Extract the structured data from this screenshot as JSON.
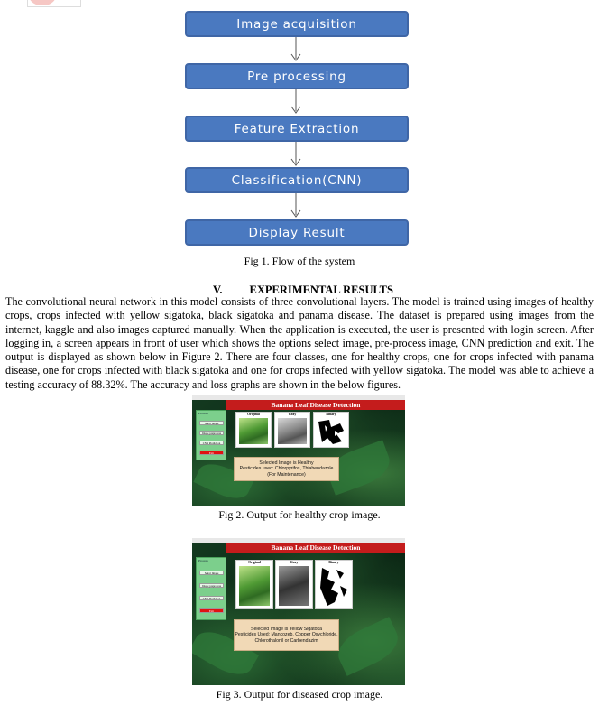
{
  "flow": {
    "steps": [
      "Image acquisition",
      "Pre processing",
      "Feature Extraction",
      "Classification(CNN)",
      "Display Result"
    ],
    "caption": "Fig 1. Flow of the system"
  },
  "section": {
    "number": "V.",
    "title": "EXPERIMENTAL RESULTS",
    "paragraph": "The convolutional neural network in this model consists of three convolutional layers. The model is trained using images of healthy crops, crops infected with yellow sigatoka, black sigatoka and panama disease. The dataset is prepared using images from the internet, kaggle and also images captured manually. When the application is executed, the user is presented with login screen. After logging in, a screen appears in front of user which shows the options select image, pre-process image, CNN prediction and exit. The output is displayed as shown below in Figure 2. There are four classes, one for healthy crops, one for crops infected with panama disease, one for crops infected with black sigatoka and one for crops infected with yellow sigatoka. The model was able to achieve a testing accuracy of 88.32%. The accuracy and loss graphs are shown in the below figures."
  },
  "app": {
    "title": "Banana Leaf Disease Detection",
    "sidebar_title": "Process",
    "buttons": [
      "Select Image",
      "Image preprocess",
      "CNN Prediction",
      "Exit"
    ],
    "image_labels": [
      "Original",
      "Gray",
      "Binary"
    ]
  },
  "figures": [
    {
      "result_lines": [
        "Selected Image is Healthy",
        "Pesticides used: Chlorpyrifos, Thiabendazole",
        "(For Maintenance)"
      ],
      "caption": "Fig 2. Output for healthy crop image."
    },
    {
      "result_lines": [
        "Selected Image is Yellow Sigatoka",
        "Pesticides Used: Mancozeb, Copper Oxychloride,",
        "Chlorothalonil or Carbendazim"
      ],
      "caption": "Fig 3. Output for diseased crop image."
    }
  ],
  "colors": {
    "flow_box": "#4a79c0",
    "app_title_bar": "#c41c1c",
    "sidebar": "#7ccf8c",
    "result_panel": "#f1d9b6"
  }
}
